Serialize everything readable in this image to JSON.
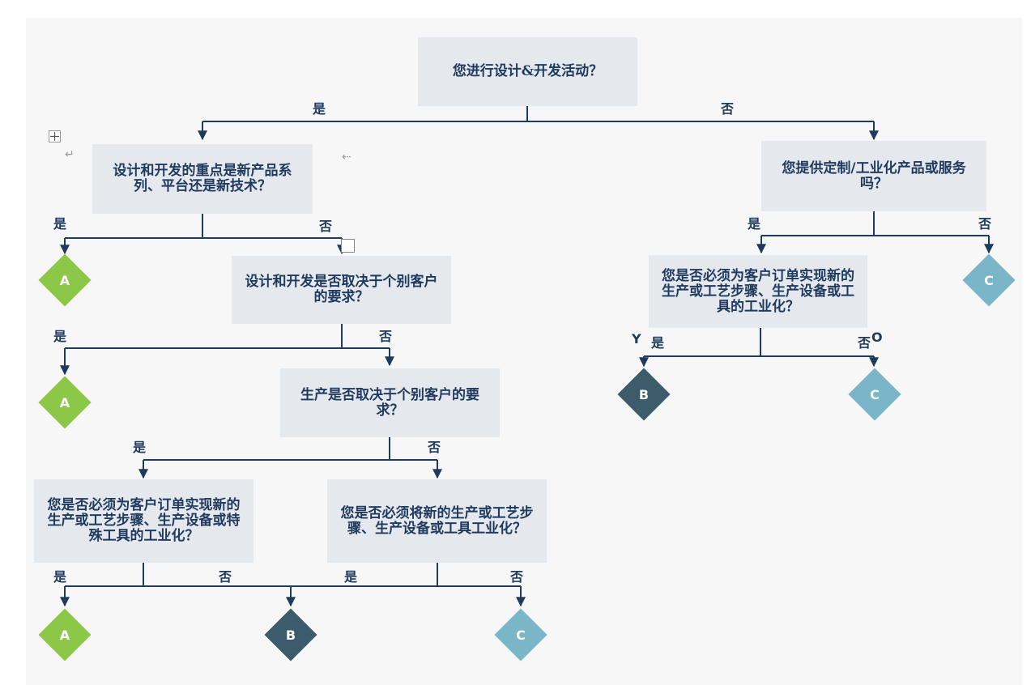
{
  "colors": {
    "line": "#1f3a5f",
    "box": "#e5e8ec",
    "node_a": "#8cc748",
    "node_b": "#3c5c6b",
    "node_c": "#7bb5c8"
  },
  "questions": {
    "q1": "您进行设计&开发活动？",
    "q2": "设计和开发的重点是新产品系列、平台还是新技术？",
    "q3": "您提供定制/工业化产品或服务吗？",
    "q4": "设计和开发是否取决于个别客户的要求？",
    "q5": "您是否必须为客户订单实现新的生产或工艺步骤、生产设备或工具的工业化？",
    "q6": "生产是否取决于个别客户的要求？",
    "q7": "您是否必须为客户订单实现新的生产或工艺步骤、生产设备或特殊工具的工业化？",
    "q8": "您是否必须将新的生产或工艺步骤、生产设备或工具工业化？"
  },
  "answers": {
    "yes": "是",
    "no": "否"
  },
  "extra_marks": {
    "y": "Y",
    "o": "O"
  },
  "outcomes": {
    "a": "A",
    "b": "B",
    "c": "C"
  }
}
